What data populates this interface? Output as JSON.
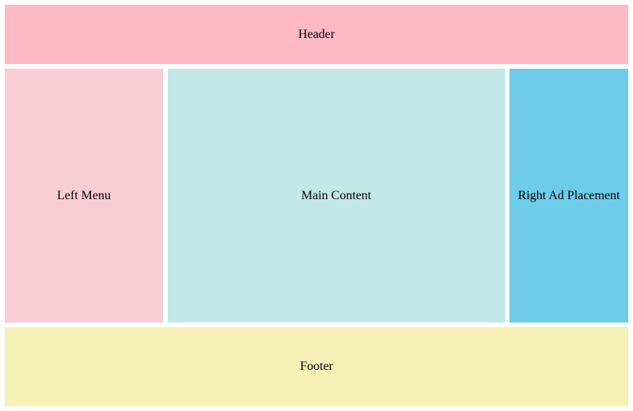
{
  "header": {
    "label": "Header",
    "color": "#ffb9c5"
  },
  "left_menu": {
    "label": "Left Menu",
    "color": "#f9cdd6"
  },
  "main_content": {
    "label": "Main Content",
    "color": "#c2e8e7"
  },
  "right_ad": {
    "label": "Right Ad Placement",
    "color": "#6ecce8"
  },
  "footer": {
    "label": "Footer",
    "color": "#f6f0b7"
  }
}
